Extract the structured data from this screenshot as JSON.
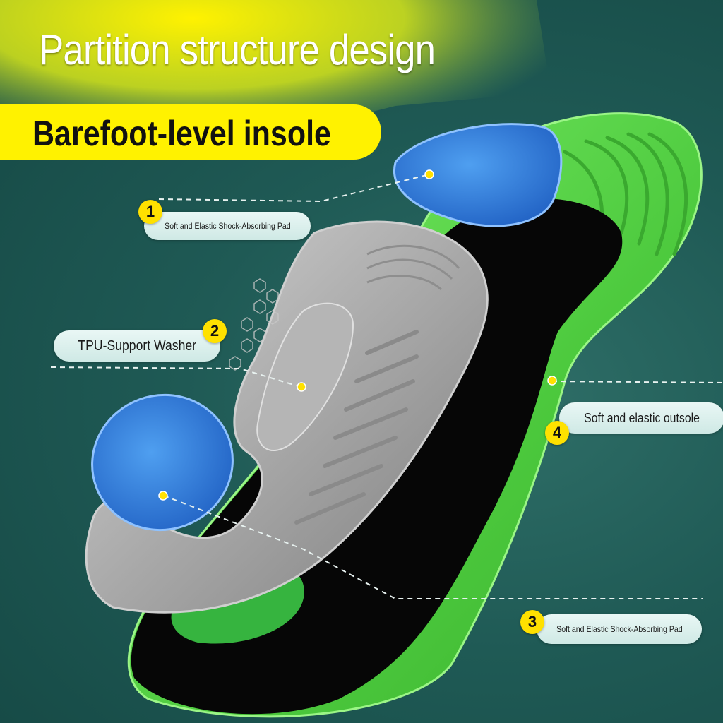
{
  "header": {
    "title": "Partition structure design",
    "subtitle": "Barefoot-level insole"
  },
  "colors": {
    "accent_yellow": "#fff200",
    "insole_green": "#5fd64a",
    "pad_blue": "#2f78d8",
    "support_gray": "#9a9a9a",
    "background_teal": "#1f5a55"
  },
  "callouts": [
    {
      "number": "1",
      "label": "Soft and Elastic Shock-Absorbing Pad"
    },
    {
      "number": "2",
      "label": "TPU-Support Washer"
    },
    {
      "number": "3",
      "label": "Soft and Elastic Shock-Absorbing Pad"
    },
    {
      "number": "4",
      "label": "Soft and elastic outsole"
    }
  ]
}
